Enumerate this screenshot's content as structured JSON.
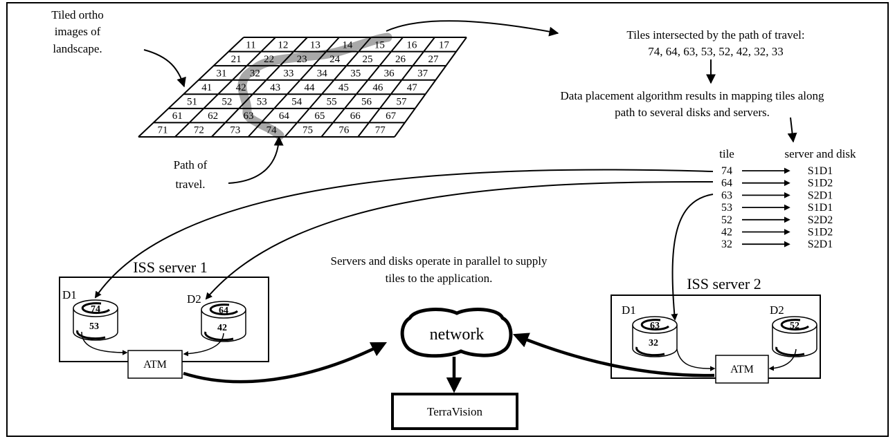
{
  "annotations": {
    "tiled_images": [
      "Tiled ortho",
      "images of",
      "landscape."
    ],
    "path_of_travel": [
      "Path of",
      "travel."
    ],
    "tiles_intersected_title": "Tiles intersected by the path of travel:",
    "tiles_intersected_list": "74, 64, 63, 53, 52, 42, 32, 33",
    "placement_text": [
      "Data placement algorithm results in mapping tiles along",
      "path to several disks and servers."
    ],
    "parallel_text": [
      "Servers and disks operate in parallel to supply",
      "tiles to the application."
    ]
  },
  "grid": {
    "rows": [
      [
        "11",
        "12",
        "13",
        "14",
        "15",
        "16",
        "17"
      ],
      [
        "21",
        "22",
        "23",
        "24",
        "25",
        "26",
        "27"
      ],
      [
        "31",
        "32",
        "33",
        "34",
        "35",
        "36",
        "37"
      ],
      [
        "41",
        "42",
        "43",
        "44",
        "45",
        "46",
        "47"
      ],
      [
        "51",
        "52",
        "53",
        "54",
        "55",
        "56",
        "57"
      ],
      [
        "61",
        "62",
        "63",
        "64",
        "65",
        "66",
        "67"
      ],
      [
        "71",
        "72",
        "73",
        "74",
        "75",
        "76",
        "77"
      ]
    ]
  },
  "mapping": {
    "header_tile": "tile",
    "header_server": "server and disk",
    "rows": [
      {
        "tile": "74",
        "target": "S1D1"
      },
      {
        "tile": "64",
        "target": "S1D2"
      },
      {
        "tile": "63",
        "target": "S2D1"
      },
      {
        "tile": "53",
        "target": "S1D1"
      },
      {
        "tile": "52",
        "target": "S2D2"
      },
      {
        "tile": "42",
        "target": "S1D2"
      },
      {
        "tile": "32",
        "target": "S2D1"
      }
    ]
  },
  "server1": {
    "title": "ISS server 1",
    "d1_label": "D1",
    "d2_label": "D2",
    "d1_tiles": [
      "74",
      "53"
    ],
    "d2_tiles": [
      "64",
      "42"
    ],
    "atm": "ATM"
  },
  "server2": {
    "title": "ISS server 2",
    "d1_label": "D1",
    "d2_label": "D2",
    "d1_tiles": [
      "63",
      "32"
    ],
    "d2_tiles": [
      "52"
    ],
    "atm": "ATM"
  },
  "network": "network",
  "app": "TerraVision"
}
